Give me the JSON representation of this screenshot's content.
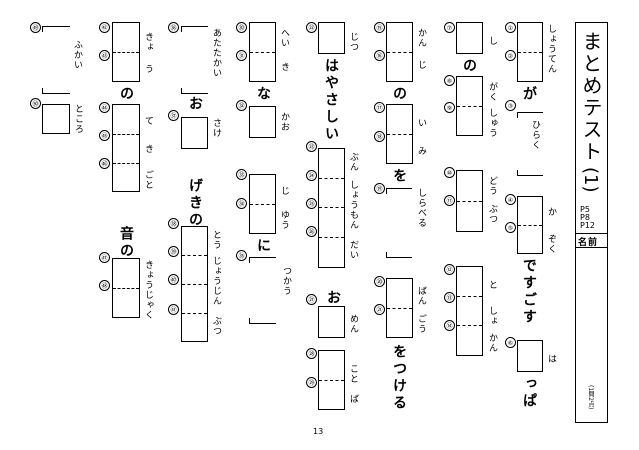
{
  "title": "まとめテスト",
  "subtitle": "(1)",
  "pages": [
    "P5",
    "P8",
    "P12"
  ],
  "name_label": "名前",
  "footnote": "(1問2点)",
  "page_number": "13",
  "q": {
    "1": "①",
    "2": "②",
    "3": "③",
    "4": "④",
    "5": "⑤",
    "6": "⑥",
    "7": "⑦",
    "8": "⑧",
    "9": "⑨",
    "10": "⑩",
    "11": "⑪",
    "12": "⑫",
    "13": "⑬",
    "14": "⑭",
    "15": "⑮",
    "16": "⑯",
    "17": "⑰",
    "18": "⑱",
    "19": "⑲",
    "20": "⑳",
    "21": "㉑",
    "22": "㉒",
    "23": "㉓",
    "24": "㉔",
    "25": "㉕",
    "26": "㉖",
    "27": "㉗",
    "28": "㉘",
    "29": "㉙",
    "30": "㉚",
    "31": "㉛",
    "32": "㉜",
    "33": "㉝",
    "34": "㉞",
    "35": "㉟",
    "36": "㊱",
    "37": "㊲",
    "38": "㊳",
    "39": "㊴",
    "40": "㊵",
    "41": "㊶",
    "42": "㊷",
    "43": "㊸",
    "44": "㊹",
    "45": "㊺",
    "46": "㊻",
    "47": "㊼",
    "48": "㊽",
    "49": "㊾",
    "50": "㊿"
  },
  "t": {
    "c1a": "しょう",
    "c1b": "てん",
    "c1c": "が",
    "c1d": "ひらく",
    "c1e": "か",
    "c1f": "ぞく",
    "c1g": "ですごす",
    "c1h": "は",
    "c1i": "っぱ",
    "c2a": "し",
    "c2b": "の",
    "c2c": "がく",
    "c2d": "しゅう",
    "c2e": "どう",
    "c2f": "ぶつ",
    "c2g": "と",
    "c2h": "しょ",
    "c2i": "かん",
    "c3a": "かん",
    "c3b": "じ",
    "c3c": "の",
    "c3d": "い",
    "c3e": "み",
    "c3f": "を",
    "c3g": "しらべる",
    "c3h": "ばん",
    "c3i": "ごう",
    "c3j": "をつける",
    "c4a": "じつ",
    "c4b": "はやさしい",
    "c4c": "ぶん",
    "c4d": "しょう",
    "c4e": "もん",
    "c4f": "だい",
    "c4g": "お",
    "c4h": "めん",
    "c4i": "こと",
    "c4j": "ば",
    "c5a": "へい",
    "c5b": "き",
    "c5c": "な",
    "c5d": "かお",
    "c5e": "じ",
    "c5f": "ゆう",
    "c5g": "に",
    "c5h": "つかう",
    "c6a": "あたたかい",
    "c6b": "お",
    "c6c": "さけ",
    "c6d": "げきの",
    "c6e": "とう",
    "c6f": "じょう",
    "c6g": "じん",
    "c6h": "ぶつ",
    "c7a": "きょ",
    "c7b": "う",
    "c7c": "の",
    "c7d": "て",
    "c7e": "き",
    "c7f": "ごと",
    "c7g": "音の",
    "c7h": "きょうじゃく",
    "c8a": "ふかい",
    "c8b": "ところ"
  }
}
